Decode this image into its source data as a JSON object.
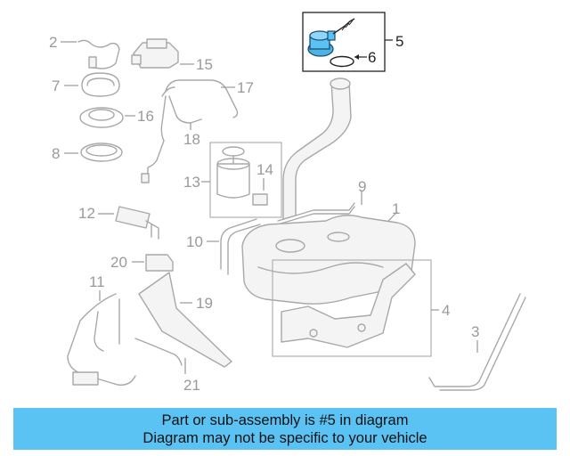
{
  "diagram": {
    "highlight_color": "#5bc3f4",
    "callouts": {
      "c1": "1",
      "c2": "2",
      "c3": "3",
      "c4": "4",
      "c5": "5",
      "c6": "6",
      "c7": "7",
      "c8": "8",
      "c9": "9",
      "c10": "10",
      "c11": "11",
      "c12": "12",
      "c13": "13",
      "c14": "14",
      "c15": "15",
      "c16": "16",
      "c17": "17",
      "c18": "18",
      "c19": "19",
      "c20": "20",
      "c21": "21"
    }
  },
  "banner": {
    "background": "#5bc3f4",
    "line1": "Part or sub-assembly is #5 in diagram",
    "line2": "Diagram may not be specific to your vehicle"
  }
}
